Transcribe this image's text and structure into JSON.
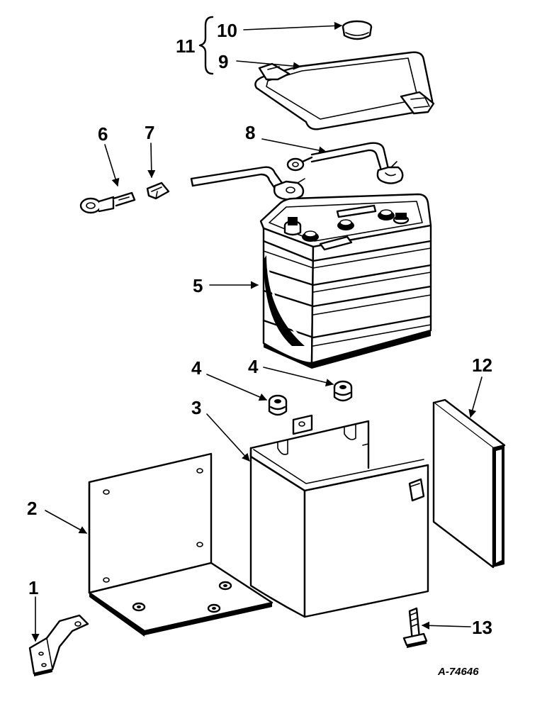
{
  "reference_code": "A-74646",
  "callouts": {
    "c1": "1",
    "c2": "2",
    "c3": "3",
    "c4a": "4",
    "c4b": "4",
    "c5": "5",
    "c6": "6",
    "c7": "7",
    "c8": "8",
    "c9": "9",
    "c10": "10",
    "c11": "11",
    "c12": "12",
    "c13": "13"
  }
}
